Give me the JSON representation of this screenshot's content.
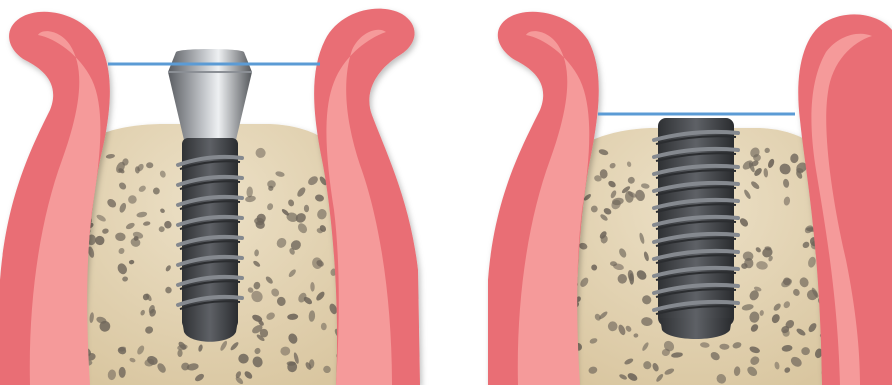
{
  "panels": [
    {
      "id": "left",
      "implant": "implant-with-collar",
      "reference_line": "level-with-gingiva-top"
    },
    {
      "id": "right",
      "implant": "implant-bone-level",
      "reference_line": "at-gingiva-margin"
    }
  ],
  "colors": {
    "gingiva_outer": "#e96e74",
    "gingiva_inner": "#f59a9a",
    "bone_fill": "#e2d2b1",
    "bone_pore": "#6e655a",
    "implant_dark": "#4f5156",
    "implant_light": "#9a9ea4",
    "reference_line": "#5b9bd5"
  }
}
